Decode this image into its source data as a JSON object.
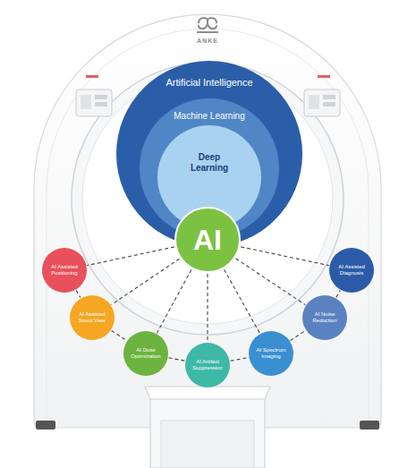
{
  "diagram": {
    "nodes": [
      {
        "text": [
          "Artificial Intelligence"
        ]
      },
      {
        "text": [
          "Machine Learning"
        ],
        "in": 0
      },
      {
        "text": [
          "Deep Learning"
        ],
        "in": 1
      },
      {
        "text": [
          "AI"
        ]
      },
      {
        "text": [
          "AI Assisted Positioning"
        ]
      },
      {
        "text": [
          "AI Assisted Scout View"
        ]
      },
      {
        "text": [
          "AI Dose Optimization"
        ]
      },
      {
        "text": [
          "AI Artifact Suppression"
        ]
      },
      {
        "text": [
          "AI Spectrum Imaging"
        ]
      },
      {
        "text": [
          "AI Noise Reduction"
        ]
      },
      {
        "text": [
          "AI Assisted Diagnosis"
        ]
      }
    ],
    "edges": [
      {
        "from": 3,
        "to": 4,
        "arrow": "none"
      },
      {
        "from": 3,
        "to": 5,
        "arrow": "none"
      },
      {
        "from": 3,
        "to": 6,
        "arrow": "none"
      },
      {
        "from": 3,
        "to": 7,
        "arrow": "none"
      },
      {
        "from": 3,
        "to": 8,
        "arrow": "none"
      },
      {
        "from": 3,
        "to": 9,
        "arrow": "none"
      },
      {
        "from": 3,
        "to": 10,
        "arrow": "none"
      },
      {
        "from": 4,
        "to": 5,
        "arrow": "none"
      },
      {
        "from": 5,
        "to": 6,
        "arrow": "none"
      },
      {
        "from": 6,
        "to": 7,
        "arrow": "none"
      },
      {
        "from": 7,
        "to": 8,
        "arrow": "none"
      },
      {
        "from": 8,
        "to": 9,
        "arrow": "none"
      },
      {
        "from": 9,
        "to": 10,
        "arrow": "none"
      }
    ],
    "labels": [
      "ANKE"
    ]
  }
}
